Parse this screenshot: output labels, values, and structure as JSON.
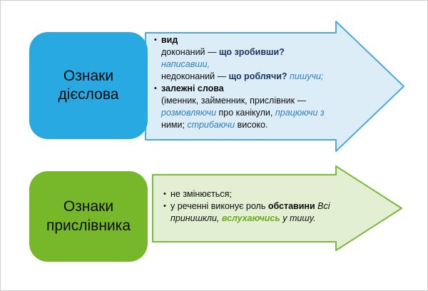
{
  "colors": {
    "verb_box": "#29a9e1",
    "verb_arrow_fill": "#ddedf8",
    "verb_arrow_stroke": "#4ea9db",
    "adverb_box": "#76b82a",
    "adverb_arrow_fill": "#e2efd2",
    "adverb_arrow_stroke": "#79ba3d",
    "accent_blue": "#2d7fc1",
    "accent_dark_blue": "#17365d",
    "accent_green": "#6aab1e",
    "title_text": "#0b0b0b"
  },
  "verb": {
    "title_lines": [
      "Ознаки",
      "дієслова"
    ],
    "lines": [
      {
        "bullet": true,
        "seg": [
          {
            "t": "вид",
            "s": "b"
          }
        ]
      },
      {
        "seg": [
          {
            "t": "доконаний — "
          },
          {
            "t": "що зробивши? ",
            "s": "bd"
          },
          {
            "t": "написавши,",
            "s": "bi"
          }
        ]
      },
      {
        "seg": [
          {
            "t": "недоконаний — "
          },
          {
            "t": "що роблячи? ",
            "s": "bd"
          },
          {
            "t": "пишучи;",
            "s": "bi"
          }
        ]
      },
      {
        "bullet": true,
        "seg": [
          {
            "t": "залежні слова",
            "s": "b"
          }
        ]
      },
      {
        "seg": [
          {
            "t": "(іменник, займенник, прислівник —"
          }
        ]
      },
      {
        "seg": [
          {
            "t": " розмовляючи",
            "s": "bi"
          },
          {
            "t": " про канікули, "
          },
          {
            "t": "працюючи з",
            "s": "bi"
          }
        ]
      },
      {
        "seg": [
          {
            "t": "ними; "
          },
          {
            "t": "стрибаючи",
            "s": "bi"
          },
          {
            "t": " високо."
          }
        ]
      }
    ]
  },
  "adverb": {
    "title_lines": [
      "Ознаки",
      "прислівника"
    ],
    "lines": [
      {
        "bullet": true,
        "seg": [
          {
            "t": "не змінюється;"
          }
        ]
      },
      {
        "bullet": true,
        "seg": [
          {
            "t": "у реченні виконує роль "
          },
          {
            "t": "обставини",
            "s": "b"
          },
          {
            "t": " Всі",
            "s": "i"
          }
        ]
      },
      {
        "seg": [
          {
            "t": "принишкли, ",
            "s": "i"
          },
          {
            "t": "вслухаючись",
            "s": "gi"
          },
          {
            "t": " у тишу.",
            "s": "i"
          }
        ]
      }
    ]
  }
}
